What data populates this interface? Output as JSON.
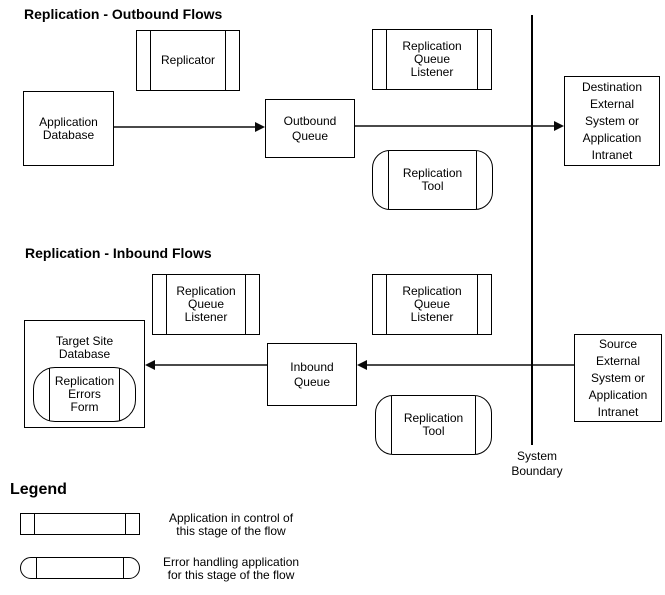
{
  "titles": {
    "outbound": "Replication - Outbound Flows",
    "inbound": "Replication - Inbound Flows"
  },
  "nodes": {
    "replicator": "Replicator",
    "application_database": "Application\nDatabase",
    "outbound_queue": "Outbound\nQueue",
    "replication_queue_listener": "Replication\nQueue\nListener",
    "replication_tool": "Replication\nTool",
    "destination_system": "Destination\nExternal\nSystem or\nApplication\nIntranet",
    "source_system": "Source\nExternal\nSystem or\nApplication\nIntranet",
    "inbound_queue": "Inbound\nQueue",
    "target_site_database": "Target Site\nDatabase",
    "replication_errors_form": "Replication\nErrors\nForm"
  },
  "boundary": {
    "label": "System\nBoundary"
  },
  "legend": {
    "title": "Legend",
    "items": [
      {
        "shape": "application-box",
        "text": "Application in control of\nthis stage of the flow"
      },
      {
        "shape": "error-handling-box",
        "text": "Error handling application\nfor this stage of the flow"
      }
    ]
  },
  "colors": {
    "background": "#ffffff",
    "box_border": "#000000",
    "flow_line": "#4a4a4a",
    "arrowhead": "#0a0a0a",
    "boundary_line": "#000000"
  }
}
